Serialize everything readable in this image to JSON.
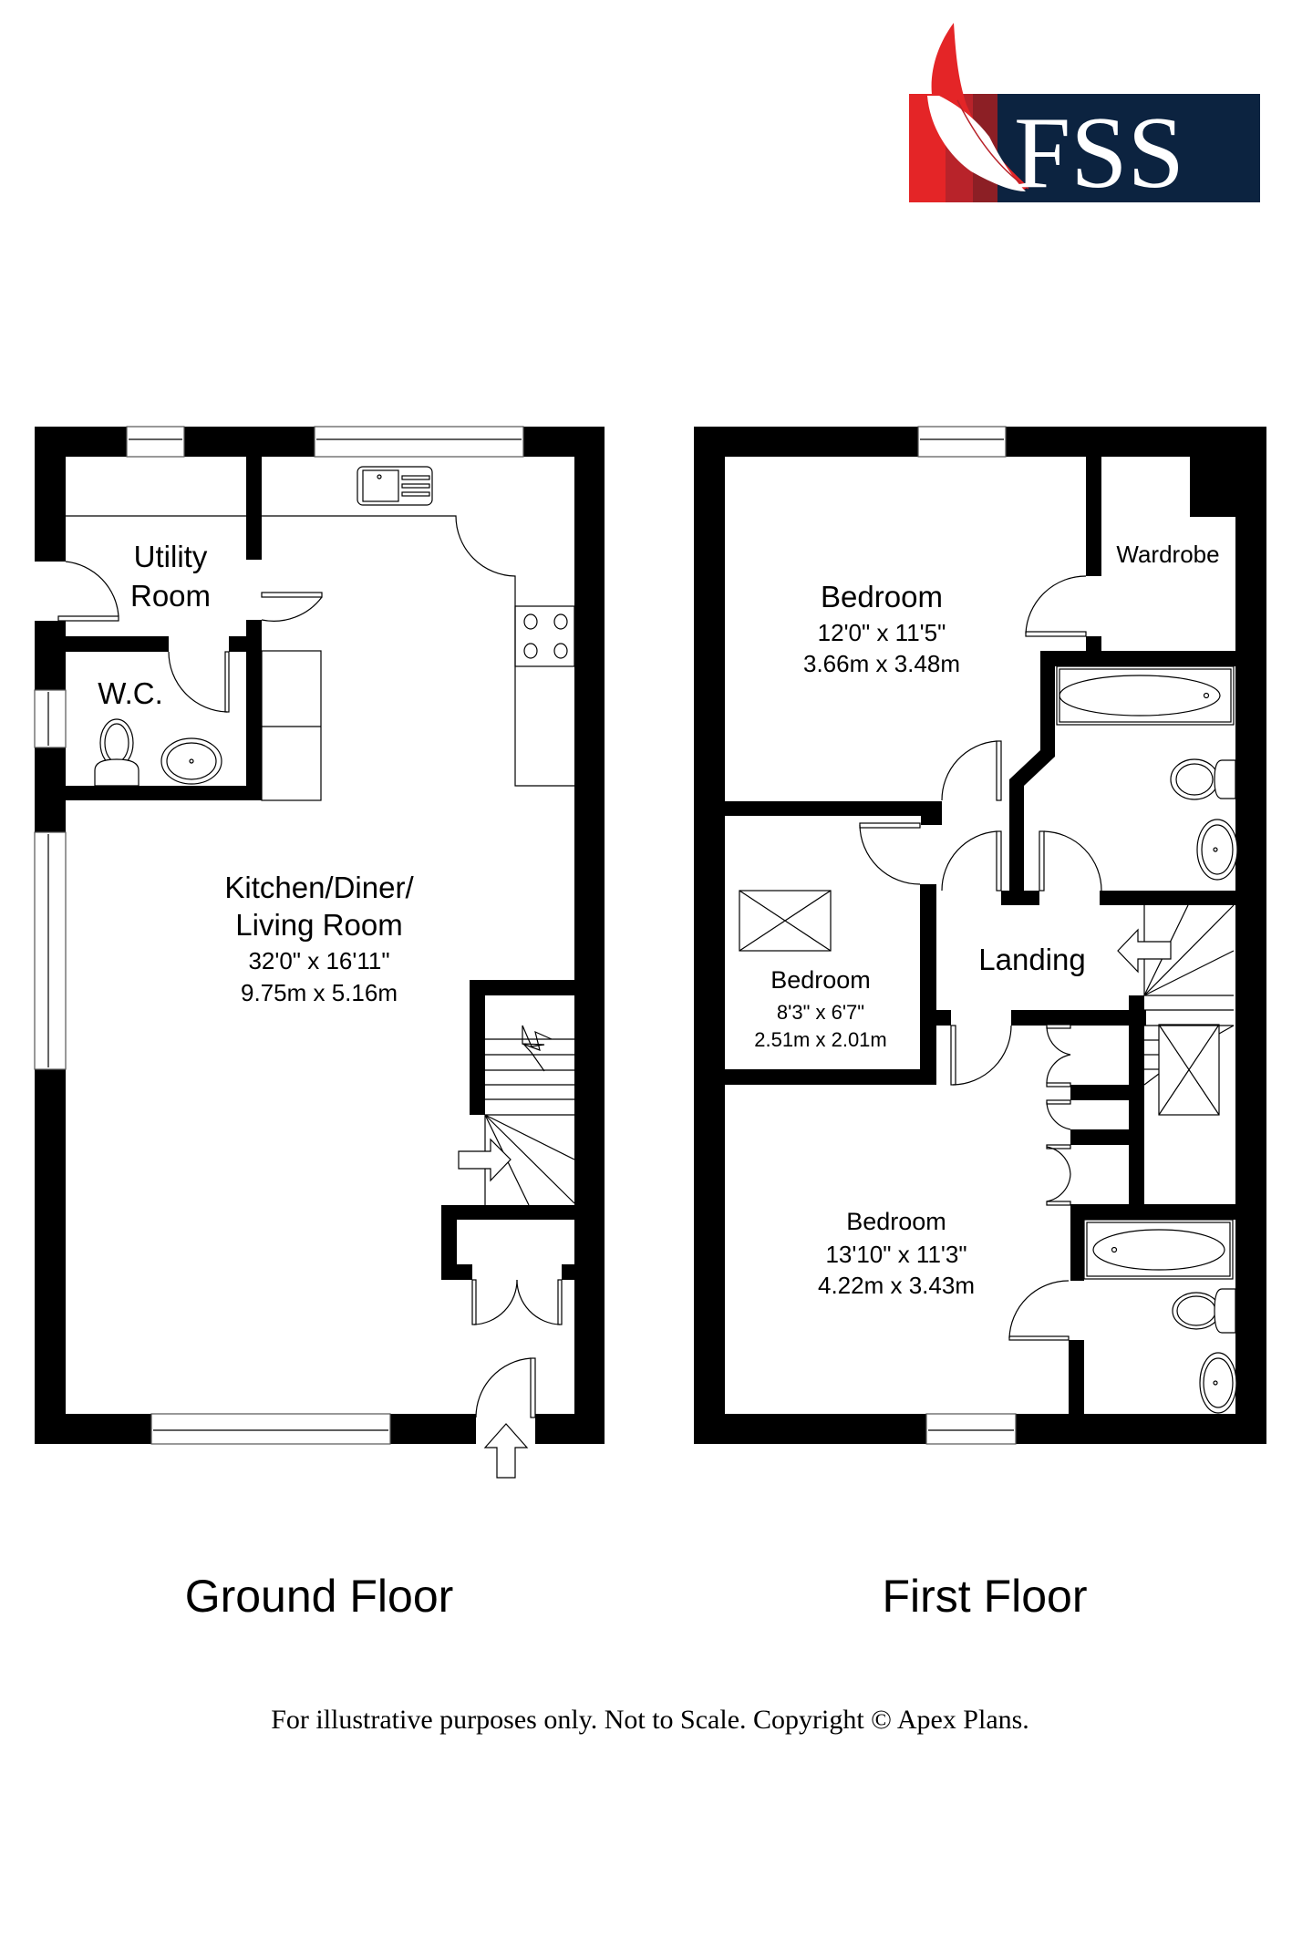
{
  "logo": {
    "text": "FSS",
    "colors": {
      "red": "#e42527",
      "red_mid": "#b8232a",
      "red_dark": "#8c1f25",
      "navy": "#0c2340",
      "feather": "#ffffff"
    }
  },
  "ground_floor": {
    "title": "Ground Floor",
    "rooms": [
      {
        "name": "Utility",
        "name_line2": "Room"
      },
      {
        "name": "W.C."
      },
      {
        "name": "Kitchen/Diner/",
        "name_line2": "Living Room",
        "dim_imperial": "32'0\" x 16'11\"",
        "dim_metric": "9.75m x 5.16m"
      }
    ]
  },
  "first_floor": {
    "title": "First Floor",
    "rooms": [
      {
        "name": "Bedroom",
        "dim_imperial": "12'0\" x 11'5\"",
        "dim_metric": "3.66m x 3.48m"
      },
      {
        "name": "Wardrobe"
      },
      {
        "name": "Bedroom",
        "dim_imperial": "8'3\" x 6'7\"",
        "dim_metric": "2.51m x 2.01m"
      },
      {
        "name": "Landing"
      },
      {
        "name": "Bedroom",
        "dim_imperial": "13'10\" x 11'3\"",
        "dim_metric": "4.22m x 3.43m"
      }
    ]
  },
  "footer": {
    "disclaimer": "For illustrative purposes only. Not to Scale. Copyright © Apex Plans."
  },
  "icons": {
    "entrance": "arrow-up-icon",
    "stairs_up": "arrow-right-icon",
    "stairs_down": "arrow-left-icon"
  }
}
